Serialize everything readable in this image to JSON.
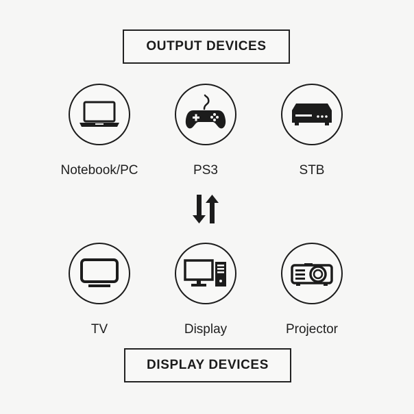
{
  "output_devices": {
    "heading": "OUTPUT DEVICES",
    "items": [
      {
        "label": "Notebook/PC",
        "icon": "laptop-icon"
      },
      {
        "label": "PS3",
        "icon": "gamepad-icon"
      },
      {
        "label": "STB",
        "icon": "set-top-box-icon"
      }
    ]
  },
  "display_devices": {
    "heading": "DISPLAY DEVICES",
    "items": [
      {
        "label": "TV",
        "icon": "tv-icon"
      },
      {
        "label": "Display",
        "icon": "desktop-computer-icon"
      },
      {
        "label": "Projector",
        "icon": "projector-icon"
      }
    ]
  },
  "connector_icon": "bidirectional-arrows-icon",
  "colors": {
    "ink": "#1c1c1c",
    "background": "#f6f6f5"
  }
}
